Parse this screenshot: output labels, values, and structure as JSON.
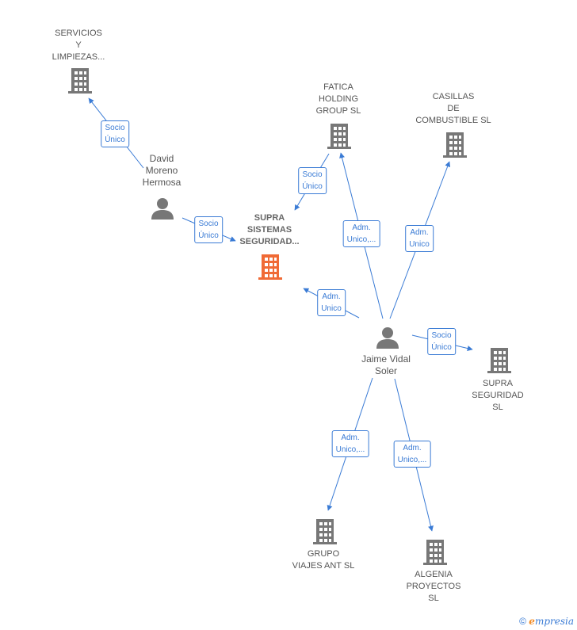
{
  "colors": {
    "edge": "#3a7bd5",
    "building": "#777777",
    "main_building": "#f06a35",
    "person": "#777777"
  },
  "nodes": {
    "servicios": "SERVICIOS\nY\nLIMPIEZAS...",
    "fatica": "FATICA\nHOLDING\nGROUP  SL",
    "casillas": "CASILLAS\nDE\nCOMBUSTIBLE SL",
    "david": "David\nMoreno\nHermosa",
    "supra_sistemas": "SUPRA\nSISTEMAS\nSEGURIDAD...",
    "jaime": "Jaime Vidal\nSoler",
    "supra_seguridad": "SUPRA\nSEGURIDAD\nSL",
    "grupo": "GRUPO\nVIAJES ANT  SL",
    "algenia": "ALGENIA\nPROYECTOS\nSL"
  },
  "edges": {
    "david_servicios": "Socio\nÚnico",
    "david_supra": "Socio\nÚnico",
    "fatica_supra": "Socio\nÚnico",
    "jaime_supra": "Adm.\nUnico",
    "jaime_fatica": "Adm.\nUnico,...",
    "jaime_casillas": "Adm.\nUnico",
    "jaime_supra_seg": "Socio\nÚnico",
    "jaime_grupo": "Adm.\nUnico,...",
    "jaime_algenia": "Adm.\nUnico,..."
  },
  "footer": {
    "copyright": "©",
    "brand_first": "e",
    "brand_rest": "mpresia"
  }
}
